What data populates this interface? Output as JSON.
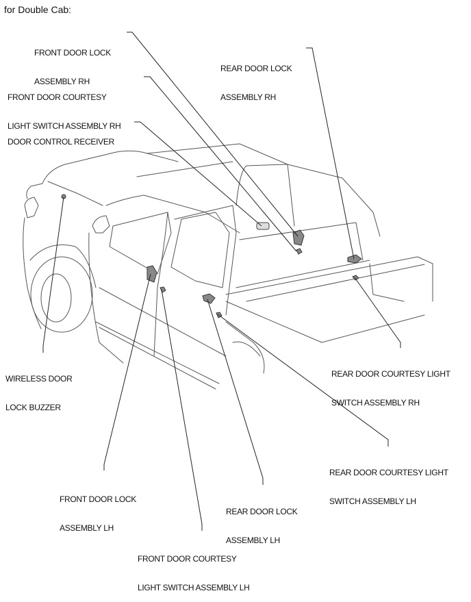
{
  "title": "for Double Cab:",
  "labels": {
    "front_door_lock_rh": [
      "FRONT DOOR LOCK",
      "ASSEMBLY RH"
    ],
    "front_door_courtesy_rh": [
      "FRONT DOOR COURTESY",
      "LIGHT SWITCH ASSEMBLY RH"
    ],
    "door_control_receiver": [
      "DOOR CONTROL RECEIVER"
    ],
    "rear_door_lock_rh": [
      "REAR DOOR LOCK",
      "ASSEMBLY RH"
    ],
    "wireless_door_lock_buzzer": [
      "WIRELESS DOOR",
      "LOCK BUZZER"
    ],
    "rear_door_courtesy_rh": [
      "REAR DOOR COURTESY LIGHT",
      "SWITCH ASSEMBLY RH"
    ],
    "rear_door_courtesy_lh": [
      "REAR DOOR COURTESY LIGHT",
      "SWITCH ASSEMBLY LH"
    ],
    "front_door_lock_lh": [
      "FRONT DOOR LOCK",
      "ASSEMBLY LH"
    ],
    "rear_door_lock_lh": [
      "REAR DOOR LOCK",
      "ASSEMBLY LH"
    ],
    "front_door_courtesy_lh": [
      "FRONT DOOR COURTESY",
      "LIGHT SWITCH ASSEMBLY LH"
    ]
  }
}
